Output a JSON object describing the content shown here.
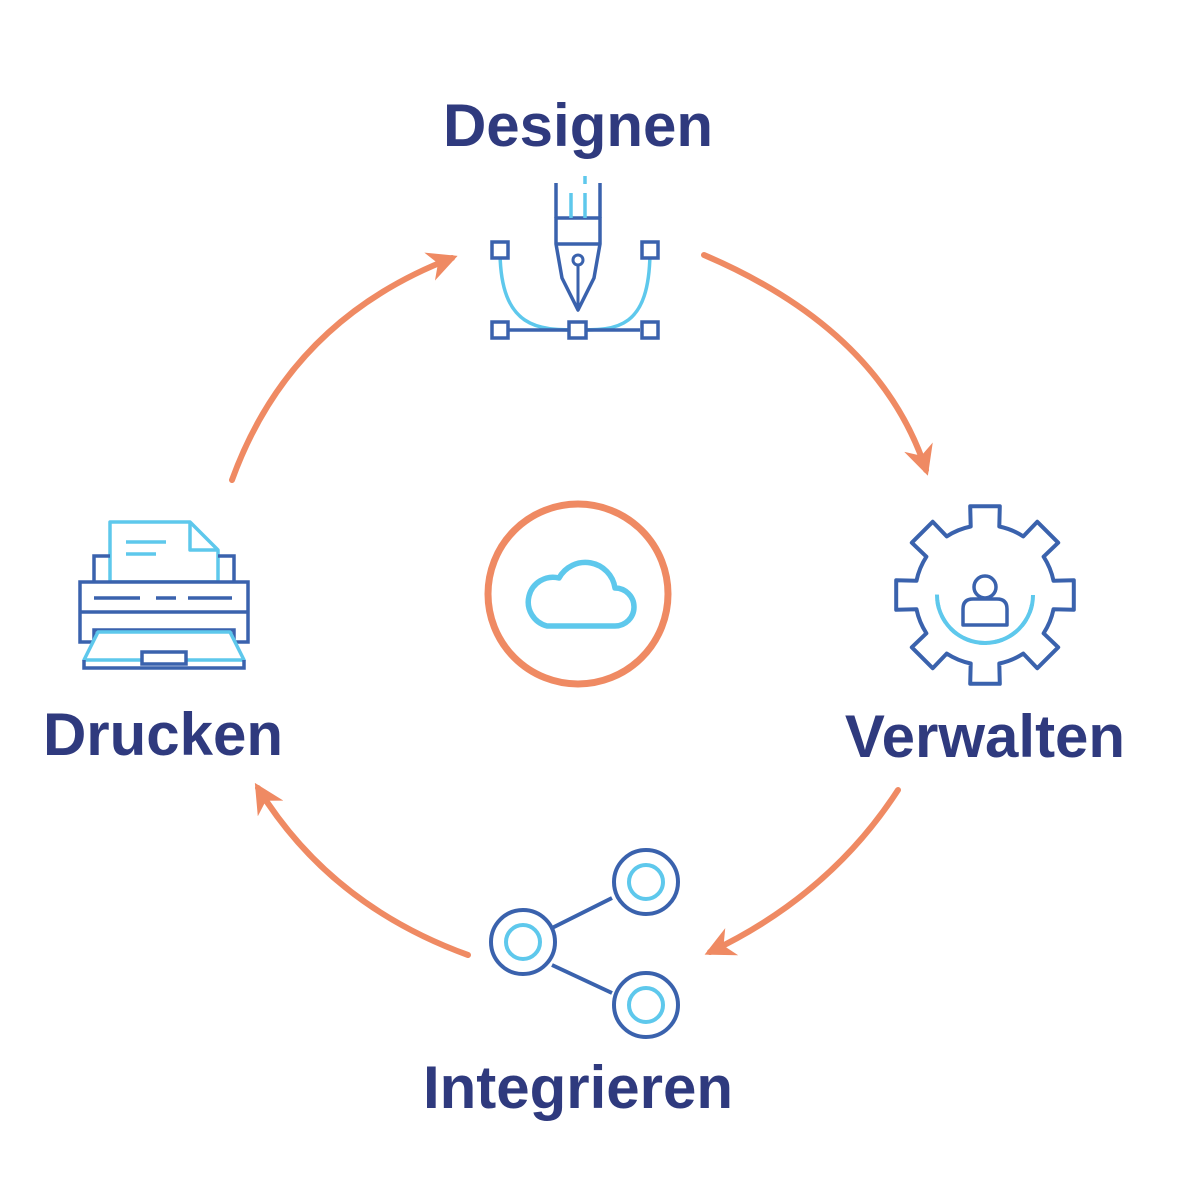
{
  "diagram": {
    "type": "cycle",
    "steps": [
      {
        "id": "design",
        "label": "Designen",
        "icon": "pen-tool-icon"
      },
      {
        "id": "manage",
        "label": "Verwalten",
        "icon": "gear-user-icon"
      },
      {
        "id": "integrate",
        "label": "Integrieren",
        "icon": "share-nodes-icon"
      },
      {
        "id": "print",
        "label": "Drucken",
        "icon": "printer-icon"
      }
    ],
    "center": {
      "icon": "cloud-icon"
    },
    "flow": "clockwise"
  },
  "colors": {
    "label": "#2f3a7e",
    "icon_dark": "#3a62ad",
    "icon_light": "#5ec8ec",
    "arrow": "#ef8a63"
  }
}
